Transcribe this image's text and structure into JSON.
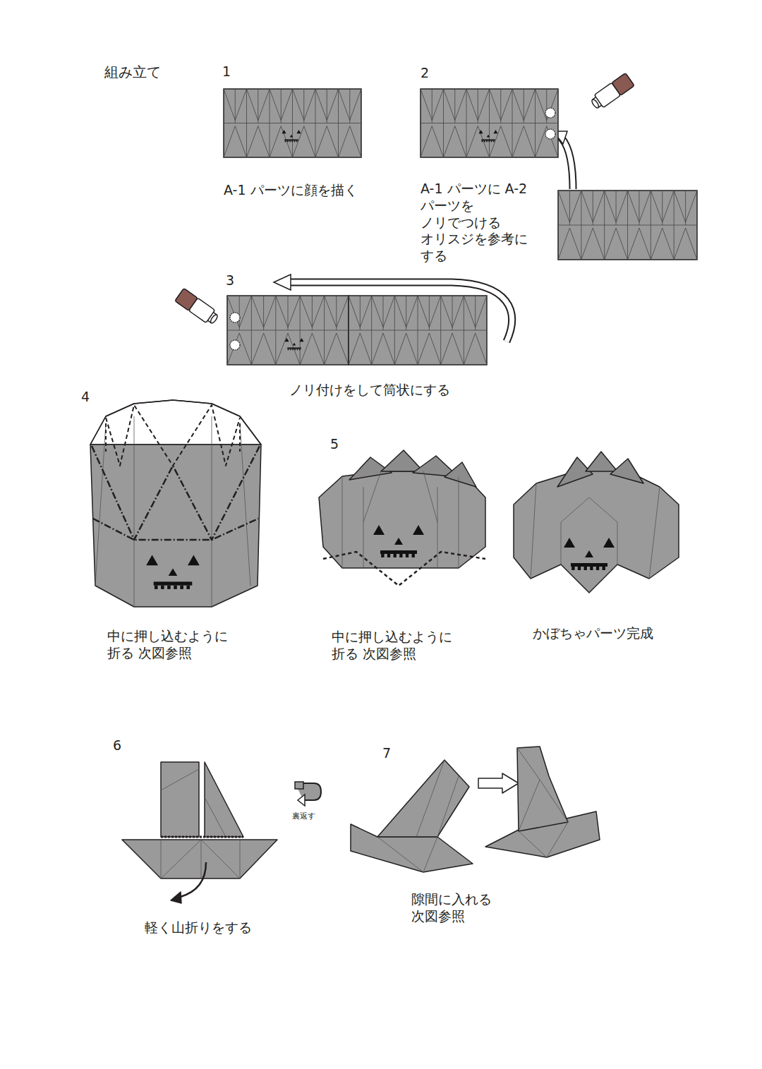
{
  "diagram": {
    "title": "組み立て",
    "labels": [
      "1",
      "2",
      "A-1 パーツに顔を描く",
      "A-1 パーツに A-2 パーツを ノリでつける オリスジを参考に する",
      "3",
      "ノリ付けをして筒状にする",
      "4",
      "中に押し込むように 折る 次図参照",
      "5",
      "中に押し込むように 折る 次図参照",
      "かぼちゃパーツ完成",
      "6",
      "裏返す",
      "軽く山折りをする",
      "7",
      "隙間に入れる 次図参照"
    ]
  }
}
